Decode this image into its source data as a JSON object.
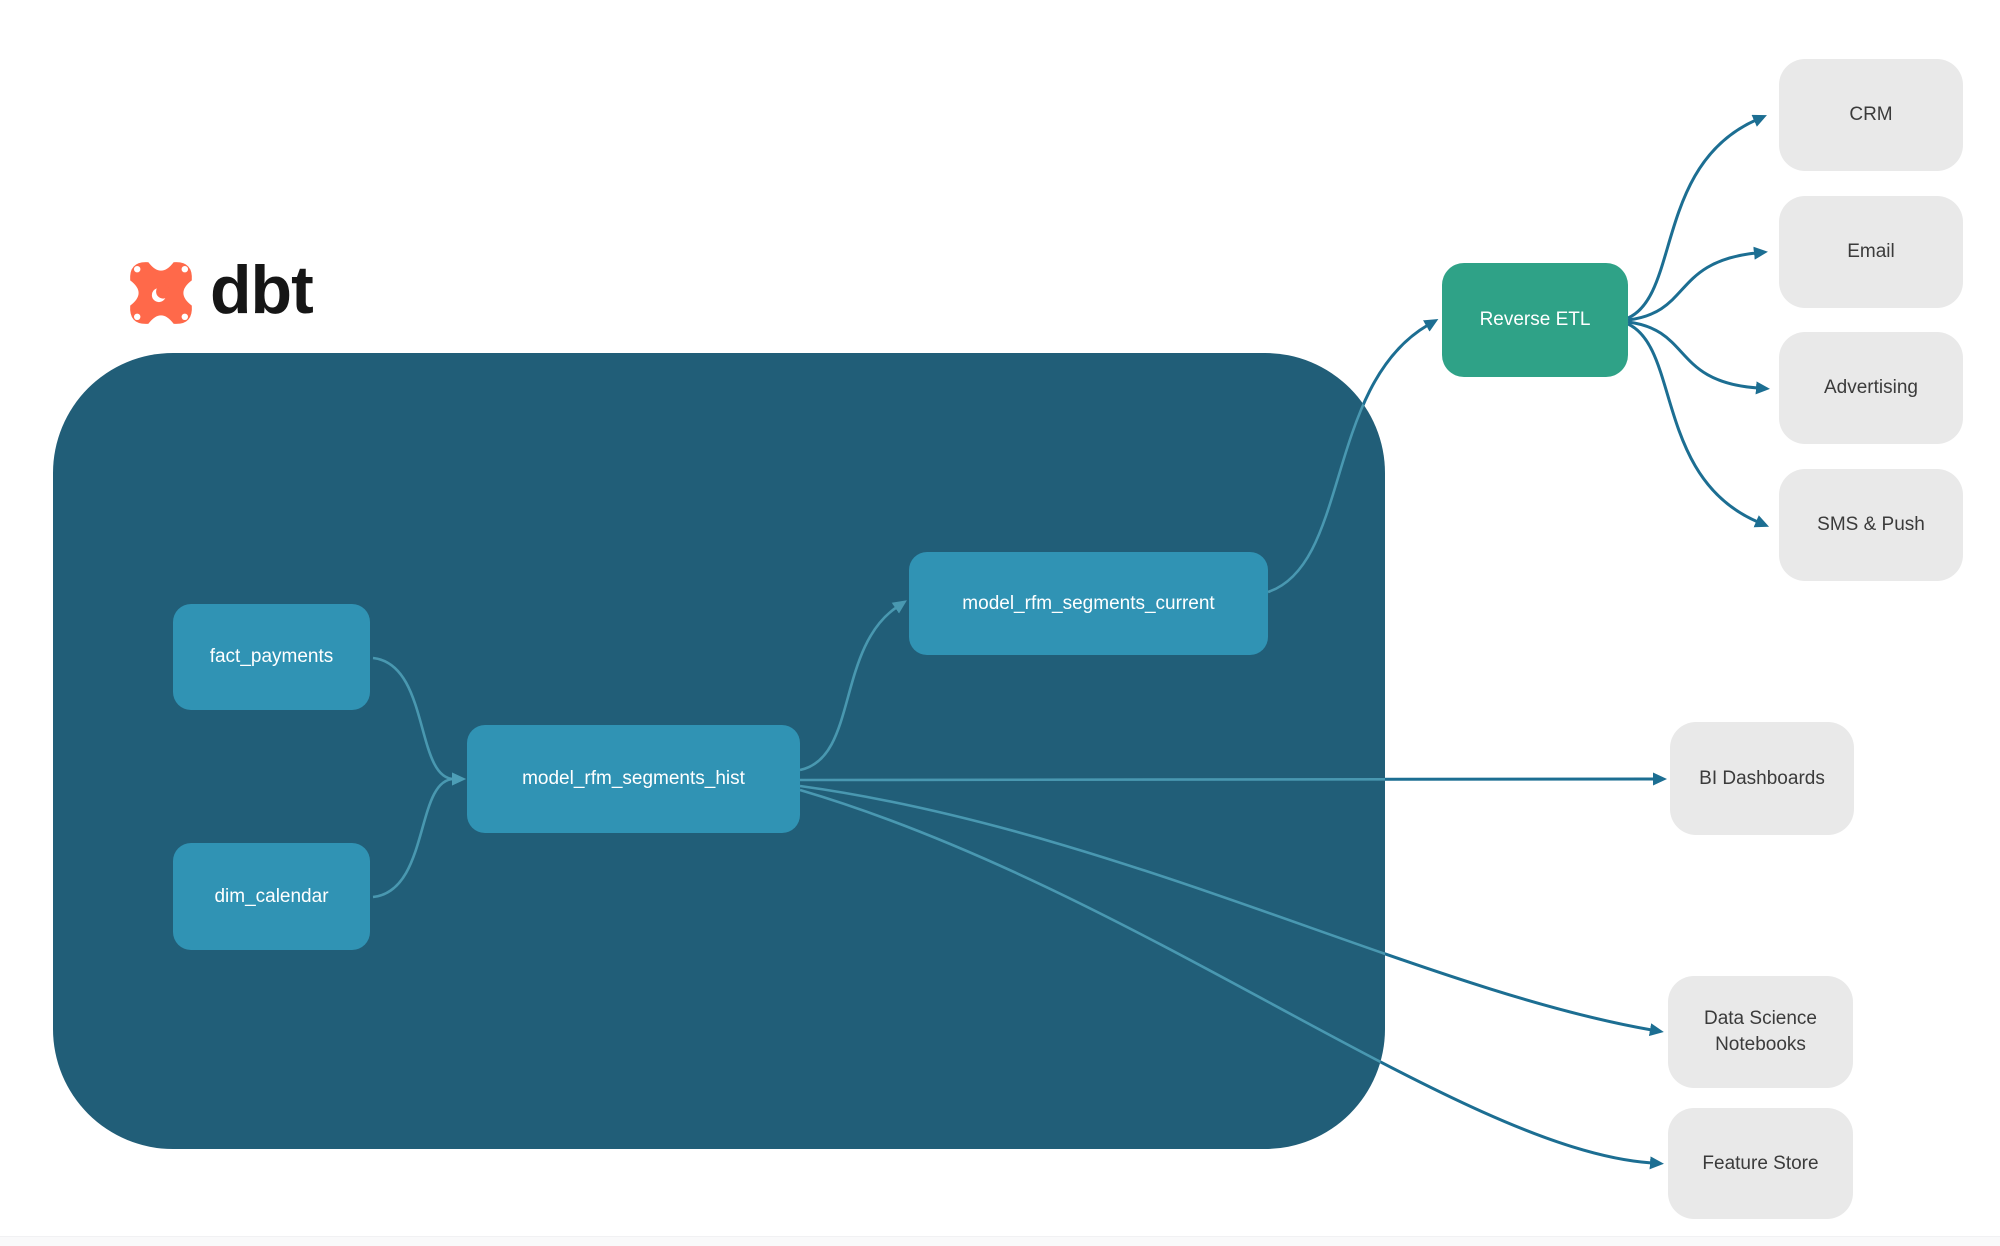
{
  "logo": {
    "brand": "dbt"
  },
  "nodes": {
    "fact_payments": {
      "label": "fact_payments"
    },
    "dim_calendar": {
      "label": "dim_calendar"
    },
    "hist": {
      "label": "model_rfm_segments_hist"
    },
    "current": {
      "label": "model_rfm_segments_current"
    },
    "reverse_etl": {
      "label": "Reverse ETL"
    },
    "crm": {
      "label": "CRM"
    },
    "email": {
      "label": "Email"
    },
    "advertising": {
      "label": "Advertising"
    },
    "sms_push": {
      "label": "SMS & Push"
    },
    "bi_dashboards": {
      "label": "BI Dashboards"
    },
    "data_science_notebooks": {
      "label": "Data Science Notebooks"
    },
    "feature_store": {
      "label": "Feature Store"
    }
  },
  "colors": {
    "container": "#215E78",
    "node": "#3093B4",
    "green": "#2FA287",
    "dest-bg": "#E9E9E9",
    "dest-text": "#3B3B3B",
    "arrow-dark": "#1C6E92",
    "arrow-light": "#4E9FB7",
    "logo-orange": "#FF694A",
    "ink": "#161616"
  }
}
